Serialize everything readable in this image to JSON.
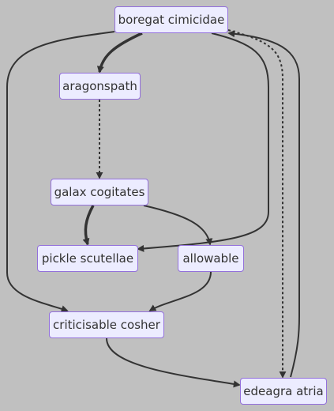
{
  "diagram": {
    "nodes": [
      {
        "id": "boregat",
        "label": "boregat cimicidae"
      },
      {
        "id": "aragon",
        "label": "aragonspath"
      },
      {
        "id": "galax",
        "label": "galax cogitates"
      },
      {
        "id": "pickle",
        "label": "pickle scutellae"
      },
      {
        "id": "allow",
        "label": "allowable"
      },
      {
        "id": "critic",
        "label": "criticisable cosher"
      },
      {
        "id": "edeagra",
        "label": "edeagra atria"
      }
    ],
    "edges": [
      {
        "from": "boregat",
        "to": "aragon",
        "style": "thick"
      },
      {
        "from": "aragon",
        "to": "galax",
        "style": "dotted"
      },
      {
        "from": "galax",
        "to": "pickle",
        "style": "thick"
      },
      {
        "from": "galax",
        "to": "allow",
        "style": "normal"
      },
      {
        "from": "boregat",
        "to": "pickle",
        "style": "normal"
      },
      {
        "from": "boregat",
        "to": "critic",
        "style": "normal"
      },
      {
        "from": "allow",
        "to": "critic",
        "style": "normal"
      },
      {
        "from": "critic",
        "to": "edeagra",
        "style": "normal"
      },
      {
        "from": "boregat",
        "to": "edeagra",
        "style": "dotted"
      },
      {
        "from": "edeagra",
        "to": "boregat",
        "style": "normal"
      }
    ],
    "colors": {
      "background": "#c0c0c0",
      "node_fill": "#ececff",
      "node_border": "#9370db",
      "edge": "#333333",
      "text": "#333333"
    }
  }
}
